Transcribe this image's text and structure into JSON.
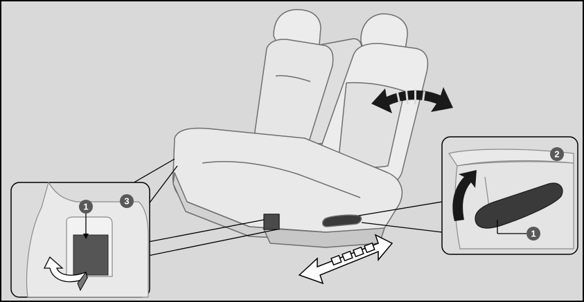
{
  "diagram": {
    "colors": {
      "background": "#d9d9d9",
      "border": "#000000",
      "seat_fill": "#e8e8e8",
      "seat_shadow": "#bdbdbd",
      "arrow_fill": "#1a1a1a",
      "callout_fill": "#595959",
      "handle_fill": "#3a3a3a"
    },
    "callouts": {
      "strap_pointer": "1",
      "lever_pointer": "1",
      "lever_inset_marker": "2",
      "strap_inset_marker": "3"
    },
    "icons": {
      "recline_arrow": "double-curved-arrow-icon",
      "slide_arrow": "double-straight-arrow-icon",
      "lift_arrow": "curved-up-arrow-icon",
      "pull_arrow": "curved-pull-arrow-icon"
    }
  }
}
